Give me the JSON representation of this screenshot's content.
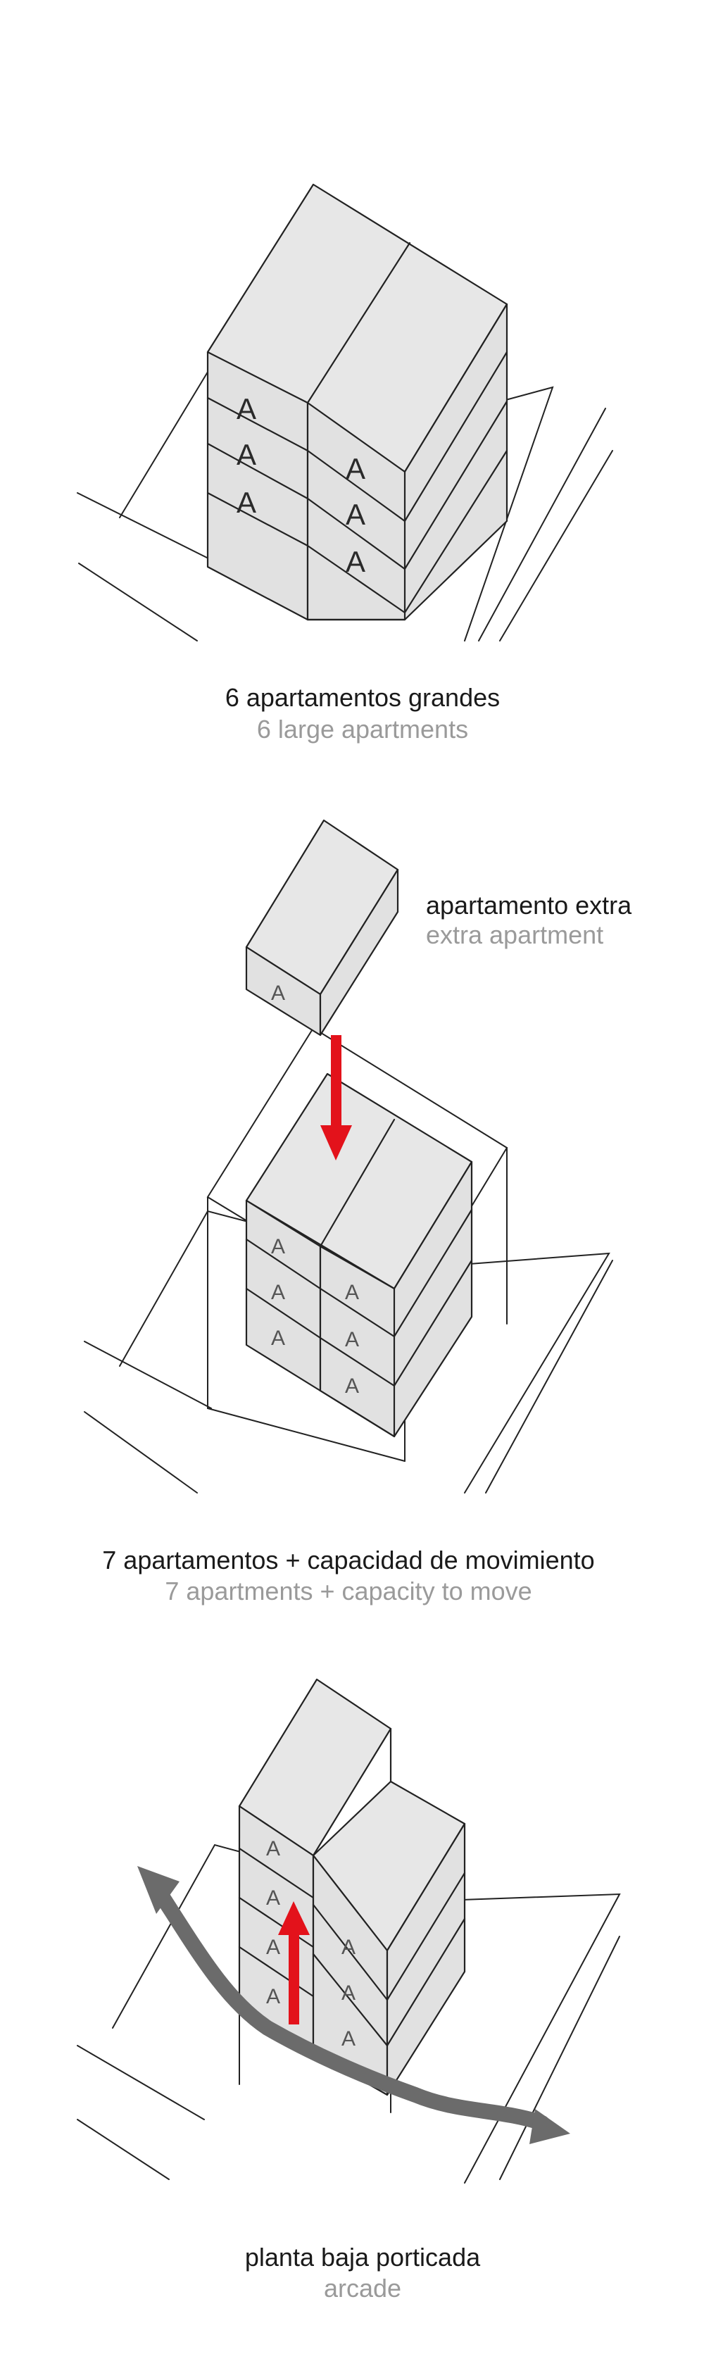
{
  "panels": [
    {
      "caption_es": "6 apartamentos grandes",
      "caption_en": "6 large apartments",
      "unit_mark": "A"
    },
    {
      "side_label_es": "apartamento extra",
      "side_label_en": "extra apartment",
      "caption_es": "7 apartamentos + capacidad de movimiento",
      "caption_en": "7 apartments +  capacity to move",
      "unit_mark": "A"
    },
    {
      "caption_es": "planta baja porticada",
      "caption_en": "arcade",
      "unit_mark": "A"
    }
  ],
  "colors": {
    "arrow_red": "#e3121b",
    "flow_arrow_gray": "#6b6b6b",
    "block_fill": "#e5e5e5",
    "caption_secondary": "#9a9a9a"
  }
}
